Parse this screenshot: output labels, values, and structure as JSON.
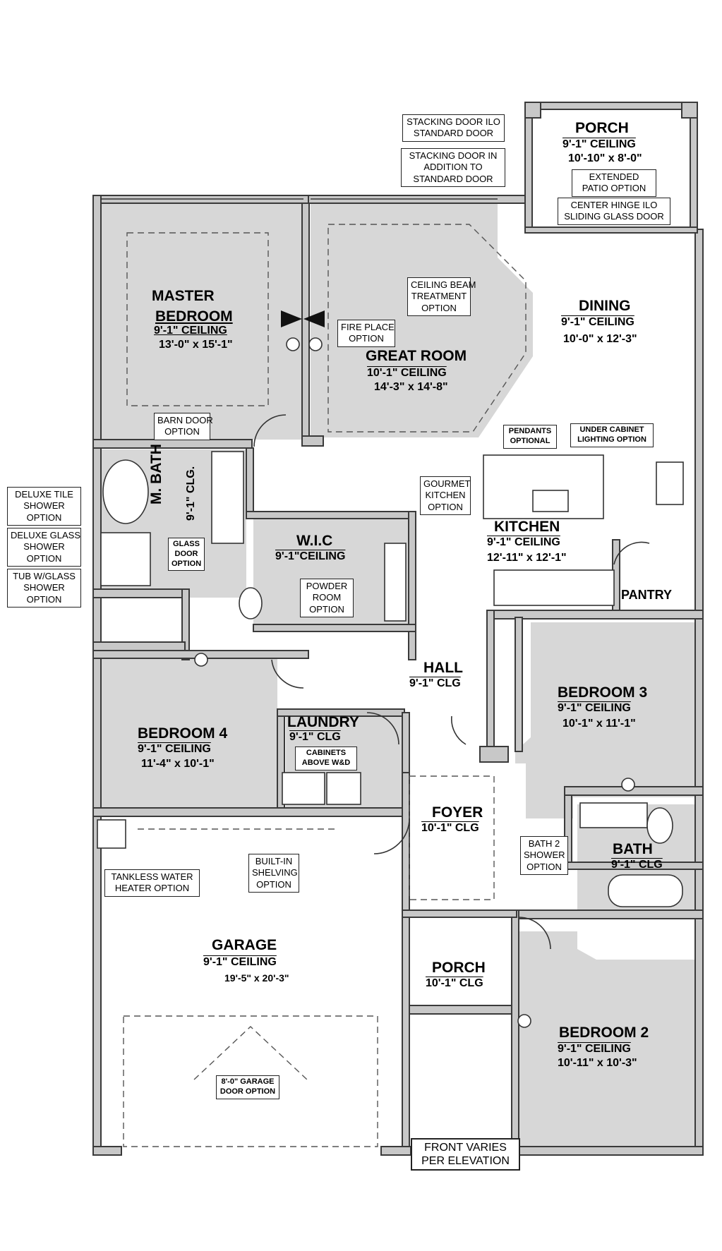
{
  "rooms": {
    "master": {
      "name": "MASTER",
      "name2": "BEDROOM",
      "ceiling": "9'-1\"   CEILING",
      "size": "13'-0\" x 15'-1\""
    },
    "great": {
      "name": "GREAT ROOM",
      "ceiling": "10'-1\"   CEILING",
      "size": "14'-3\" x 14'-8\""
    },
    "porch_rear": {
      "name": "PORCH",
      "ceiling": "9'-1\"   CEILING",
      "size": "10'-10\" x 8'-0\""
    },
    "dining": {
      "name": "DINING",
      "ceiling": "9'-1\"   CEILING",
      "size": "10'-0\" x 12'-3\""
    },
    "kitchen": {
      "name": "KITCHEN",
      "ceiling": "9'-1\"   CEILING",
      "size": "12'-11\" x 12'-1\""
    },
    "pantry": {
      "name": "PANTRY"
    },
    "mbath": {
      "name": "M. BATH",
      "ceiling": "9'-1\"   CLG."
    },
    "wic": {
      "name": "W.I.C",
      "ceiling": "9'-1\"CEILING"
    },
    "hall": {
      "name": "HALL",
      "ceiling": "9'-1\"   CLG"
    },
    "bedroom3": {
      "name": "BEDROOM 3",
      "ceiling": "9'-1\"   CEILING",
      "size": "10'-1\" x 11'-1\""
    },
    "bedroom4": {
      "name": "BEDROOM 4",
      "ceiling": "9'-1\"   CEILING",
      "size": "11'-4\" x 10'-1\""
    },
    "laundry": {
      "name": "LAUNDRY",
      "ceiling": "9'-1\"   CLG"
    },
    "foyer": {
      "name": "FOYER",
      "ceiling": "10'-1\"   CLG"
    },
    "bath": {
      "name": "BATH",
      "ceiling": "9'-1\"   CLG"
    },
    "garage": {
      "name": "GARAGE",
      "ceiling": "9'-1\"   CEILING",
      "size": "19'-5\" x 20'-3\""
    },
    "porch_front": {
      "name": "PORCH",
      "ceiling": "10'-1\"   CLG"
    },
    "bedroom2": {
      "name": "BEDROOM 2",
      "ceiling": "9'-1\"   CEILING",
      "size": "10'-11\" x 10'-3\""
    }
  },
  "options": {
    "stacking_ilo": [
      "STACKING DOOR ILO",
      "STANDARD DOOR"
    ],
    "stacking_addition": [
      "STACKING DOOR IN",
      "ADDITION TO",
      "STANDARD DOOR"
    ],
    "extended_patio": [
      "EXTENDED",
      "PATIO OPTION"
    ],
    "center_hinge": [
      "CENTER HINGE ILO",
      "SLIDING GLASS DOOR"
    ],
    "ceiling_beam": [
      "CEILING BEAM",
      "TREATMENT",
      "OPTION"
    ],
    "fireplace": [
      "FIRE PLACE",
      "OPTION"
    ],
    "barn_door": [
      "BARN DOOR",
      "OPTION"
    ],
    "pendants": [
      "PENDANTS",
      "OPTIONAL"
    ],
    "under_cabinet": [
      "UNDER CABINET",
      "LIGHTING  OPTION"
    ],
    "gourmet": [
      "GOURMET",
      "KITCHEN",
      "OPTION"
    ],
    "deluxe_tile": [
      "DELUXE TILE",
      "SHOWER",
      "OPTION"
    ],
    "deluxe_glass": [
      "DELUXE GLASS",
      "SHOWER",
      "OPTION"
    ],
    "tub_glass": [
      "TUB W/GLASS",
      "SHOWER",
      "OPTION"
    ],
    "glass_door": [
      "GLASS",
      "DOOR",
      "OPTION"
    ],
    "powder": [
      "POWDER",
      "ROOM",
      "OPTION"
    ],
    "cabinets": [
      "CABINETS",
      "ABOVE W&D"
    ],
    "bath2_shower": [
      "BATH 2",
      "SHOWER",
      "OPTION"
    ],
    "tankless": [
      "TANKLESS WATER",
      "HEATER OPTION"
    ],
    "shelving": [
      "BUILT-IN",
      "SHELVING",
      "OPTION"
    ],
    "garage_door": [
      "8'-0\" GARAGE",
      "DOOR OPTION"
    ],
    "front_varies": [
      "FRONT VARIES",
      "PER ELEVATION"
    ]
  }
}
